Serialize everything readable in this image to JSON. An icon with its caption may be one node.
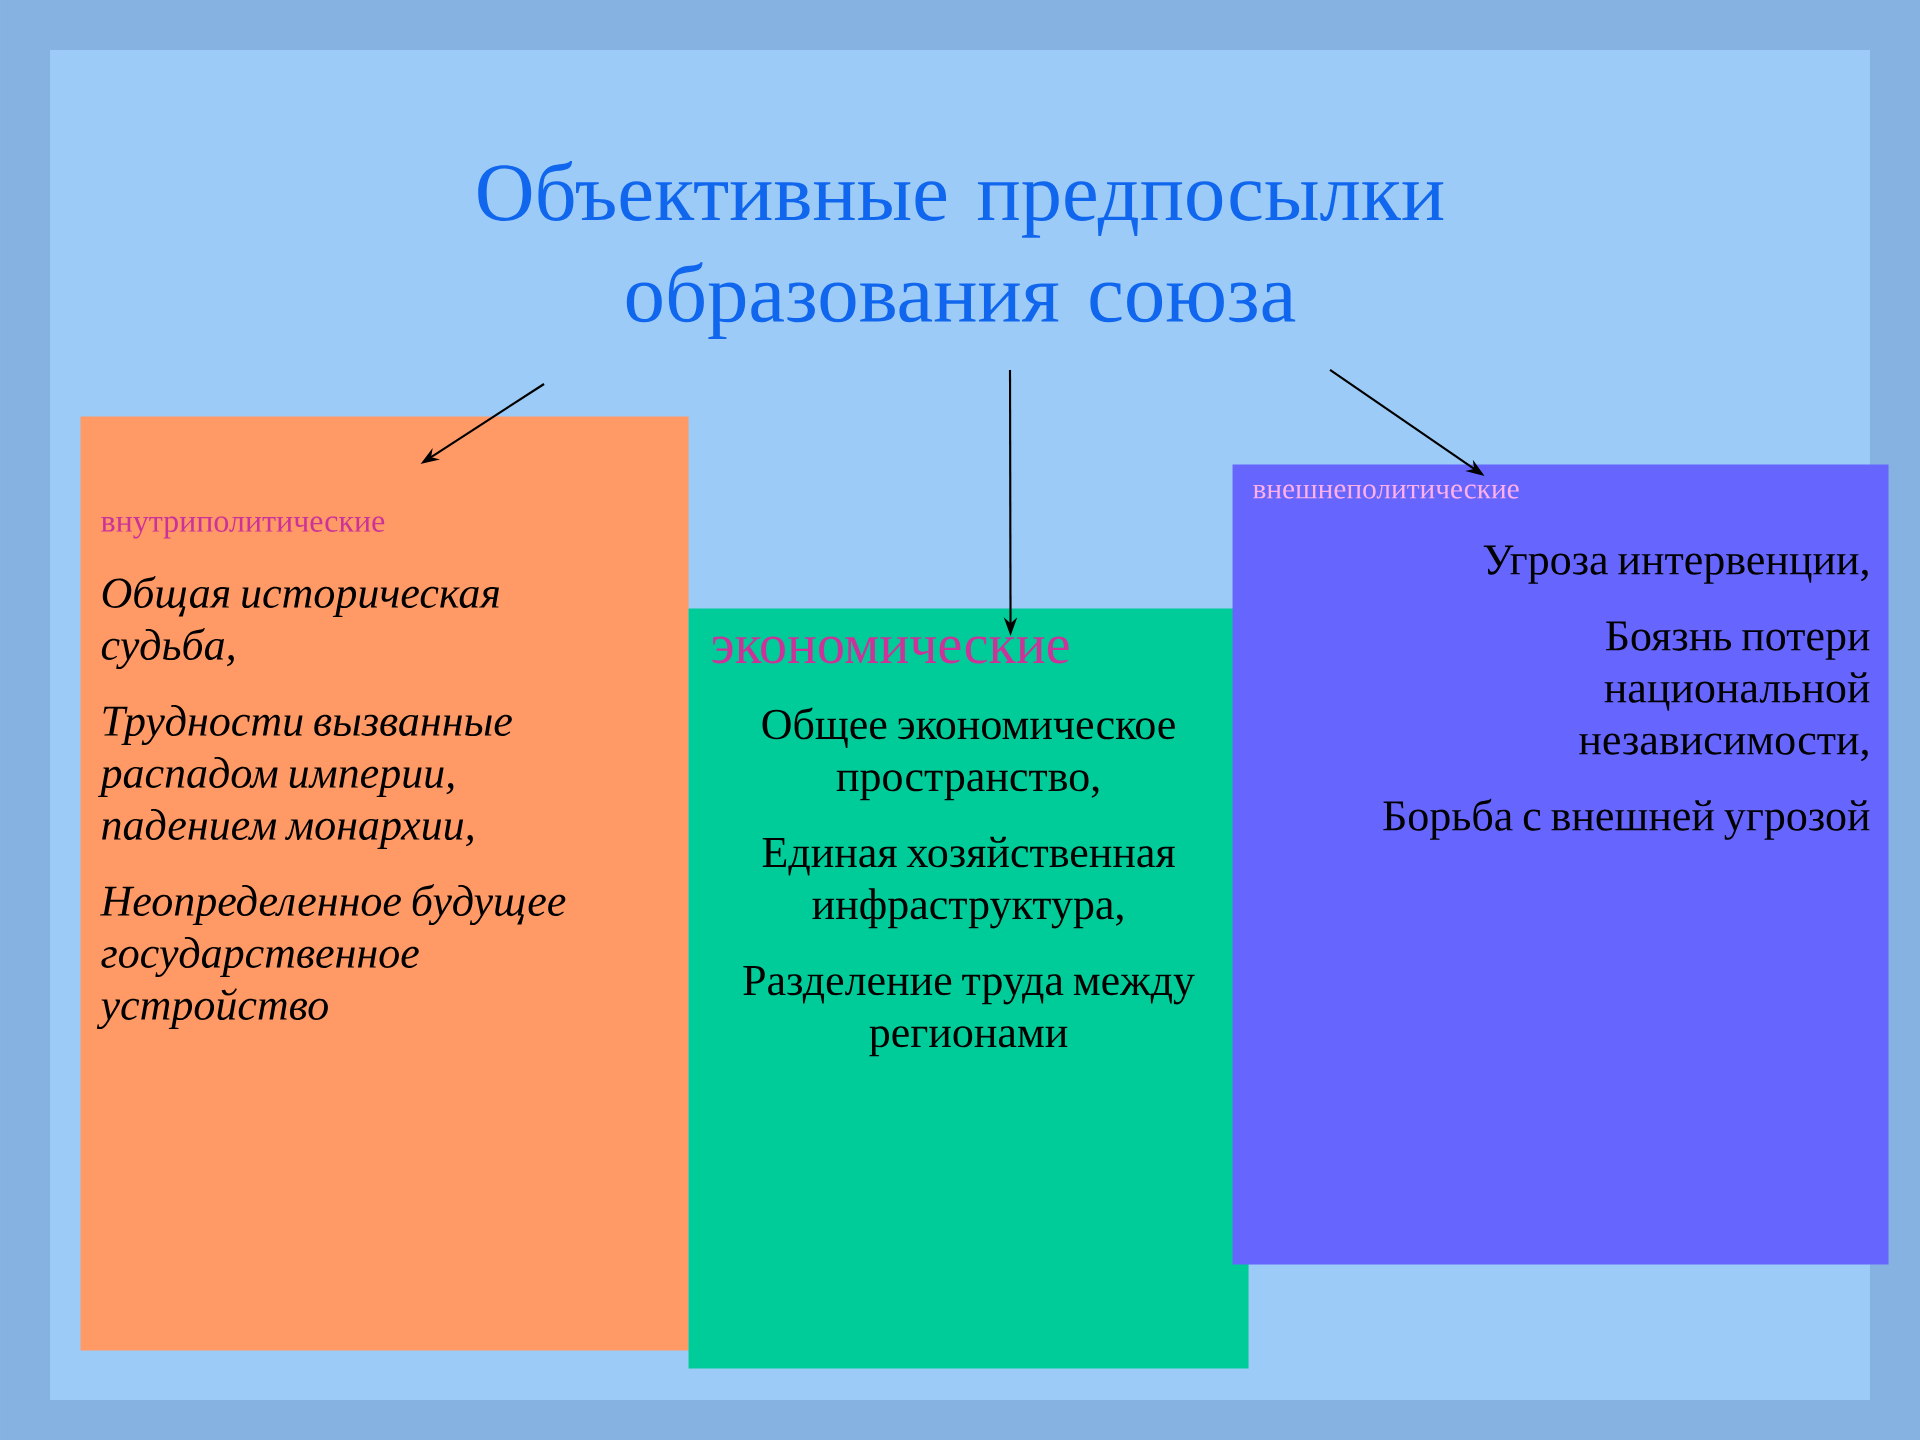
{
  "diagram": {
    "nodes": [
      {
        "text": [
          "Объективные предпосылки образования союза"
        ]
      },
      {
        "text": [
          "внутриполитические",
          "Общая историческая судьба,",
          "Трудности вызванные распадом империи, падением монархии,",
          "Неопределенное будущее государственное устройство"
        ]
      },
      {
        "text": [
          "экономические",
          "Общее экономическое пространство,",
          "Единая хозяйственная инфраструктура,",
          "Разделение труда между регионами"
        ]
      },
      {
        "text": [
          "внешнеполитические",
          "Угроза интервенции,",
          "Боязнь потери национальной независимости,",
          "Борьба с внешней угрозой"
        ]
      }
    ],
    "edges": [
      {
        "from": 0,
        "to": 1,
        "arrow": "to"
      },
      {
        "from": 0,
        "to": 2,
        "arrow": "to"
      },
      {
        "from": 0,
        "to": 3,
        "arrow": "to"
      }
    ]
  }
}
